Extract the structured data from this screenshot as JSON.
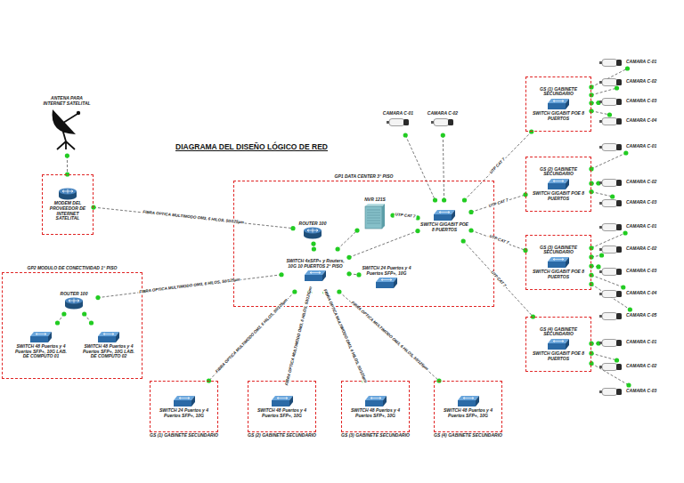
{
  "diagram": {
    "title": "DIAGRAMA DEL DISEÑO LÓGICO DE RED",
    "nodes": [
      {
        "text": [
          "ANTENA PARA INTERNET SATELITAL"
        ]
      },
      {
        "text": [
          "MODEM DEL PROVEEDOR DE INTERNET SATELITAL"
        ]
      },
      {
        "text": [
          "GP1 DATA CENTER 3° PISO"
        ]
      },
      {
        "text": [
          "ROUTER 100"
        ],
        "in": 2
      },
      {
        "text": [
          "NVR 121S"
        ],
        "in": 2
      },
      {
        "text": [
          "SWITCH GIGABIT POE 8 PUERTOS"
        ],
        "in": 2
      },
      {
        "text": [
          "SWITCH 4xSFP+ y Routers, 10G 10 PUERTOS 2° PISO"
        ],
        "in": 2
      },
      {
        "text": [
          "SWITCH 24 Puertos y 4 Puertos SFP+, 10G"
        ],
        "in": 2
      },
      {
        "text": [
          "GP2 MODULO DE CONECTIVIDAD 1° PISO"
        ]
      },
      {
        "text": [
          "ROUTER 100"
        ],
        "in": 8
      },
      {
        "text": [
          "SWITCH 48 Puertos y 4 Puertos SFP+, 10G LAB. DE COMPUTO 01"
        ],
        "in": 8
      },
      {
        "text": [
          "SWITCH 48 Puertos y 4 Puertos SFP+, 10G LAB. DE COMPUTO 02"
        ],
        "in": 8
      },
      {
        "text": [
          "SWITCH 24 Puertos y 4 Puertos SFP+, 10G",
          "GS (1) GABINETE SECUNDARIO"
        ]
      },
      {
        "text": [
          "SWITCH 48 Puertos y 4 Puertos SFP+, 10G",
          "GS (2) GABINETE SECUNDARIO"
        ]
      },
      {
        "text": [
          "SWITCH 48 Puertos y 4 Puertos SFP+, 10G",
          "GS (3) GABINETE SECUNDARIO"
        ]
      },
      {
        "text": [
          "SWITCH 48 Puertos y 4 Puertos SFP+, 10G",
          "GS (4) GABINETE SECUNDARIO"
        ]
      },
      {
        "text": [
          "CAMARA C-01"
        ]
      },
      {
        "text": [
          "CAMARA C-02"
        ]
      },
      {
        "text": [
          "GS (1) GABINETE SECUNDARIO",
          "SWITCH GIGABIT POE 8 PUERTOS"
        ]
      },
      {
        "text": [
          "GS (2) GABINETE SECUNDARIO",
          "SWITCH GIGABIT POE 8 PUERTOS"
        ]
      },
      {
        "text": [
          "GS (3) GABINETE SECUNDARIO",
          "SWITCH GIGABIT POE 8 PUERTOS"
        ]
      },
      {
        "text": [
          "GS (4) GABINETE SECUNDARIO",
          "SWITCH GIGABIT POE 8 PUERTOS"
        ]
      },
      {
        "text": [
          "CAMARA C-01"
        ]
      },
      {
        "text": [
          "CAMARA C-02"
        ]
      },
      {
        "text": [
          "CAMARA C-03"
        ]
      },
      {
        "text": [
          "CAMARA C-04"
        ]
      },
      {
        "text": [
          "CAMARA C-01"
        ]
      },
      {
        "text": [
          "CAMARA C-02"
        ]
      },
      {
        "text": [
          "CAMARA C-03"
        ]
      },
      {
        "text": [
          "CAMARA C-01"
        ]
      },
      {
        "text": [
          "CAMARA C-02"
        ]
      },
      {
        "text": [
          "CAMARA C-03"
        ]
      },
      {
        "text": [
          "CAMARA C-04"
        ]
      },
      {
        "text": [
          "CAMARA C-05"
        ]
      },
      {
        "text": [
          "CAMARA C-01"
        ]
      },
      {
        "text": [
          "CAMARA C-02"
        ]
      },
      {
        "text": [
          "CAMARA C-03"
        ]
      }
    ],
    "edges": [
      {
        "from": 0,
        "to": 1,
        "arrow": "none"
      },
      {
        "from": 1,
        "to": 3,
        "label": "FIBRA OPTICA MULTIMODO OM3, 6 HILOS, 50/125µm",
        "arrow": "none"
      },
      {
        "from": 3,
        "to": 6,
        "arrow": "none"
      },
      {
        "from": 6,
        "to": 4,
        "arrow": "none"
      },
      {
        "from": 4,
        "to": 5,
        "label": "UTP CAT 7",
        "arrow": "none"
      },
      {
        "from": 6,
        "to": 5,
        "arrow": "none"
      },
      {
        "from": 6,
        "to": 7,
        "arrow": "none"
      },
      {
        "from": 6,
        "to": 9,
        "label": "FIBRA OPTICA MULTIMODO OM3, 6 HILOS, 50/125µm",
        "arrow": "none"
      },
      {
        "from": 9,
        "to": 10,
        "arrow": "none"
      },
      {
        "from": 9,
        "to": 11,
        "arrow": "none"
      },
      {
        "from": 6,
        "to": 12,
        "label": "FIBRA OPTICA MULTIMODO OM3, 6 HILOS, 50/125µm",
        "arrow": "none"
      },
      {
        "from": 6,
        "to": 13,
        "label": "FIBRA OPTICA MULTIMODO OM3, 6 HILOS, 50/125µm",
        "arrow": "none"
      },
      {
        "from": 6,
        "to": 14,
        "label": "FIBRA OPTICA MULTIMODO OM3, 6 HILOS, 50/125µm",
        "arrow": "none"
      },
      {
        "from": 6,
        "to": 15,
        "label": "FIBRA OPTICA MULTIMODO OM3, 6 HILOS, 50/125µm",
        "arrow": "none"
      },
      {
        "from": 16,
        "to": 5,
        "arrow": "none"
      },
      {
        "from": 17,
        "to": 5,
        "arrow": "none"
      },
      {
        "from": 5,
        "to": 18,
        "label": "UTP CAT 7",
        "arrow": "none"
      },
      {
        "from": 5,
        "to": 19,
        "label": "UTP CAT 7",
        "arrow": "none"
      },
      {
        "from": 5,
        "to": 20,
        "label": "UTP CAT 7",
        "arrow": "none"
      },
      {
        "from": 5,
        "to": 21,
        "label": "UTP CAT 7",
        "arrow": "none"
      },
      {
        "from": 18,
        "to": 22,
        "arrow": "none"
      },
      {
        "from": 18,
        "to": 23,
        "arrow": "none"
      },
      {
        "from": 18,
        "to": 24,
        "arrow": "none"
      },
      {
        "from": 18,
        "to": 25,
        "arrow": "none"
      },
      {
        "from": 19,
        "to": 26,
        "arrow": "none"
      },
      {
        "from": 19,
        "to": 27,
        "arrow": "none"
      },
      {
        "from": 19,
        "to": 28,
        "arrow": "none"
      },
      {
        "from": 20,
        "to": 29,
        "arrow": "none"
      },
      {
        "from": 20,
        "to": 30,
        "arrow": "none"
      },
      {
        "from": 20,
        "to": 31,
        "arrow": "none"
      },
      {
        "from": 20,
        "to": 32,
        "arrow": "none"
      },
      {
        "from": 20,
        "to": 33,
        "arrow": "none"
      },
      {
        "from": 21,
        "to": 34,
        "arrow": "none"
      },
      {
        "from": 21,
        "to": 35,
        "arrow": "none"
      },
      {
        "from": 21,
        "to": 36,
        "arrow": "none"
      }
    ]
  }
}
